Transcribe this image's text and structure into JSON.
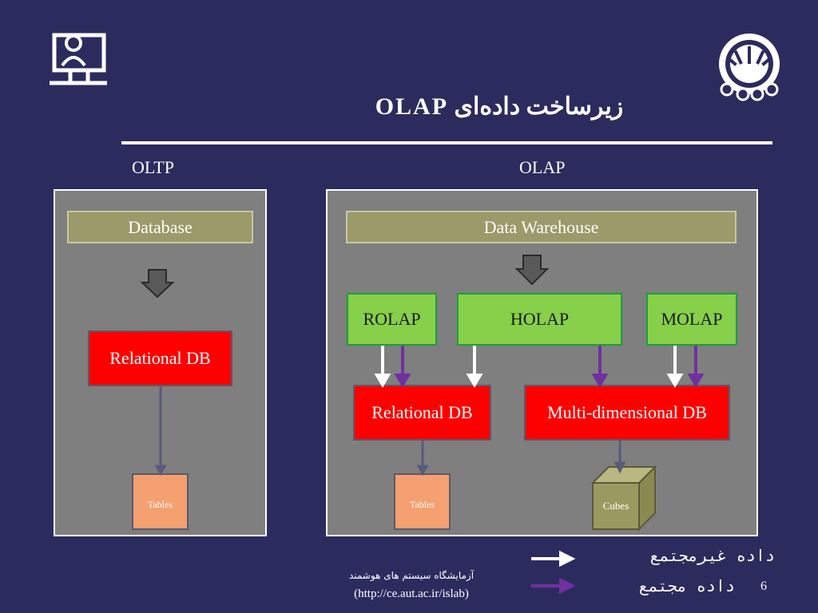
{
  "slide": {
    "title": "زیرساخت داده‌ای OLAP",
    "page_number": "6"
  },
  "columns": {
    "left_heading": "OLTP",
    "right_heading": "OLAP"
  },
  "oltp": {
    "source": "Database",
    "store": "Relational DB",
    "output": "Tables"
  },
  "olap": {
    "source": "Data Warehouse",
    "engines": [
      "ROLAP",
      "HOLAP",
      "MOLAP"
    ],
    "store_relational": "Relational DB",
    "store_multidim": "Multi-dimensional DB",
    "output_tables": "Tables",
    "output_cubes": "Cubes"
  },
  "legend": {
    "non_aggregated": "داده غیرمجتمع",
    "aggregated": "داده مجتمع",
    "non_aggregated_color": "#ffffff",
    "aggregated_color": "#7030a0"
  },
  "footer": {
    "lab_name": "آزمایشگاه سیستم های هوشمند",
    "lab_url": "(http://ce.aut.ac.ir/islab)"
  },
  "icons": {
    "top_left": "computer-user-icon",
    "top_right": "university-logo-icon"
  }
}
